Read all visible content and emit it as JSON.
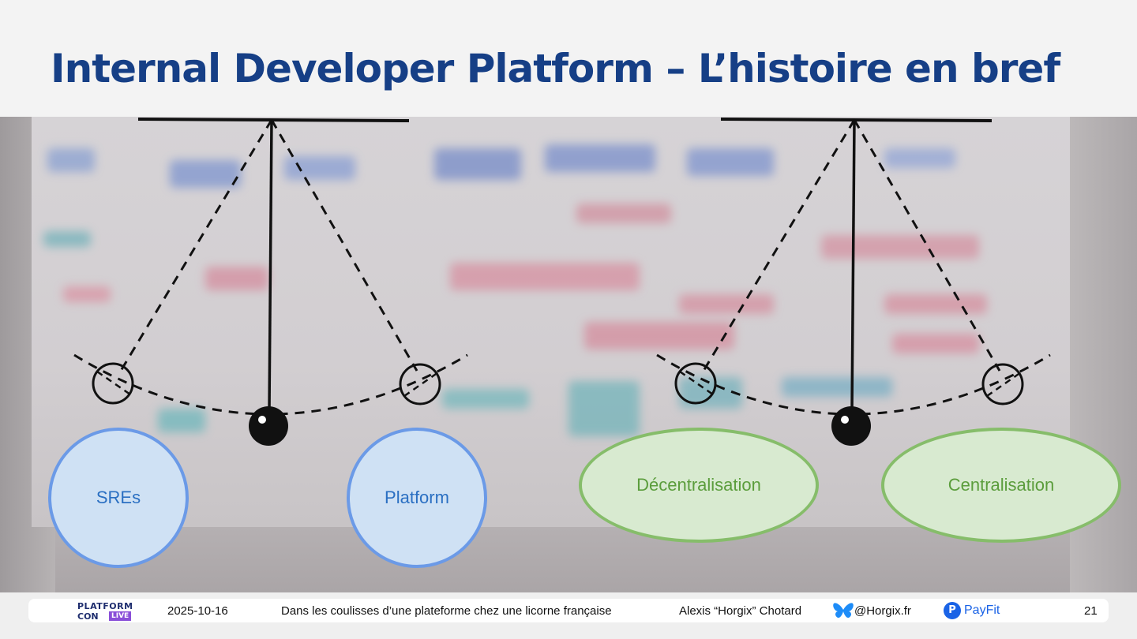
{
  "slide": {
    "title": "Internal Developer Platform  – L’histoire en bref",
    "left_pendulum": {
      "left_label": "SREs",
      "right_label": "Platform"
    },
    "right_pendulum": {
      "left_label": "Décentralisation",
      "right_label": "Centralisation"
    }
  },
  "footer": {
    "logo_line1": "PLATFORM",
    "logo_line2": "CON",
    "logo_badge": "LIVE",
    "date": "2025-10-16",
    "talk_title": "Dans les coulisses d’une plateforme chez une licorne française",
    "speaker": "Alexis “Horgix” Chotard",
    "handle": "@Horgix.fr",
    "company": "PayFit",
    "page_number": "21"
  },
  "colors": {
    "title": "#163f86",
    "blue_fill": "#cfe1f4",
    "blue_border": "#6b9ae7",
    "blue_text": "#2a6fc2",
    "green_fill": "#d8ead0",
    "green_border": "#86bd6a",
    "green_text": "#5b9d3c",
    "payfit": "#1a63e6",
    "bluesky": "#1d8cf8"
  },
  "icons": [
    "platformcon-live-logo",
    "bluesky-butterfly-icon",
    "payfit-logo-icon"
  ]
}
